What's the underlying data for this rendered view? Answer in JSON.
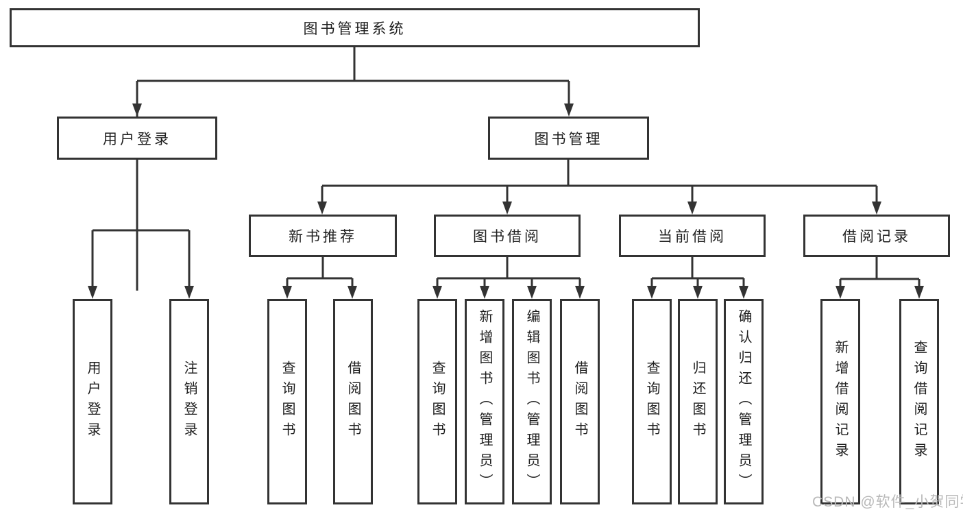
{
  "diagram_type": "hierarchy-tree",
  "colors": {
    "line": "#333333",
    "box_border": "#333333",
    "box_background": "#ffffff",
    "text": "#1f1f1f",
    "watermark": "#b9b9b9"
  },
  "tree": {
    "label": "图书管理系统",
    "children": [
      {
        "label": "用户登录",
        "children": [
          {
            "label": "用户登录"
          },
          {
            "label": "注销登录"
          }
        ]
      },
      {
        "label": "图书管理",
        "children": [
          {
            "label": "新书推荐",
            "children": [
              {
                "label": "查询图书"
              },
              {
                "label": "借阅图书"
              }
            ]
          },
          {
            "label": "图书借阅",
            "children": [
              {
                "label": "查询图书"
              },
              {
                "label": "新增图书（管理员）"
              },
              {
                "label": "编辑图书（管理员）"
              },
              {
                "label": "借阅图书"
              }
            ]
          },
          {
            "label": "当前借阅",
            "children": [
              {
                "label": "查询图书"
              },
              {
                "label": "归还图书"
              },
              {
                "label": "确认归还（管理员）"
              }
            ]
          },
          {
            "label": "借阅记录",
            "children": [
              {
                "label": "新增借阅记录"
              },
              {
                "label": "查询借阅记录"
              }
            ]
          }
        ]
      }
    ]
  },
  "watermark": {
    "text": "CSDN @软件_小贺同学"
  }
}
